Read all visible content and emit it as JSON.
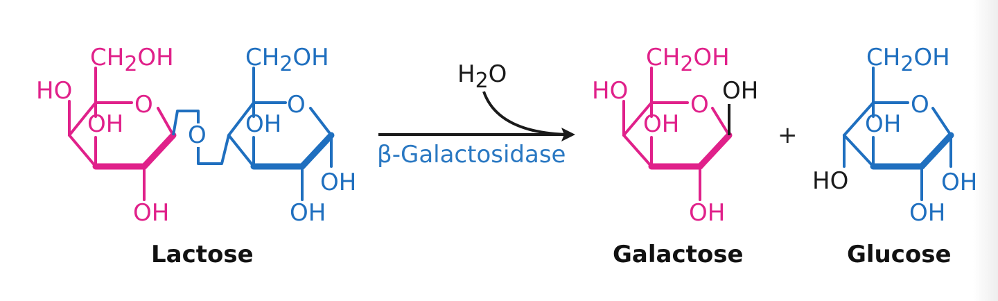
{
  "colors": {
    "galactose": "#e0218a",
    "glucose": "#1f6fbf",
    "black": "#1a1a1a",
    "enzyme": "#2a78c2"
  },
  "labels": {
    "ch2oh": "CH",
    "ch2oh_sub": "2",
    "ch2oh_tail": "OH",
    "ho": "HO",
    "oh": "OH",
    "ring_o": "O",
    "bridge_o": "O"
  },
  "reaction": {
    "water_h": "H",
    "water_sub": "2",
    "water_o": "O",
    "enzyme": "β-Galactosidase",
    "plus": "+"
  },
  "names": {
    "lactose": "Lactose",
    "galactose": "Galactose",
    "glucose": "Glucose"
  }
}
